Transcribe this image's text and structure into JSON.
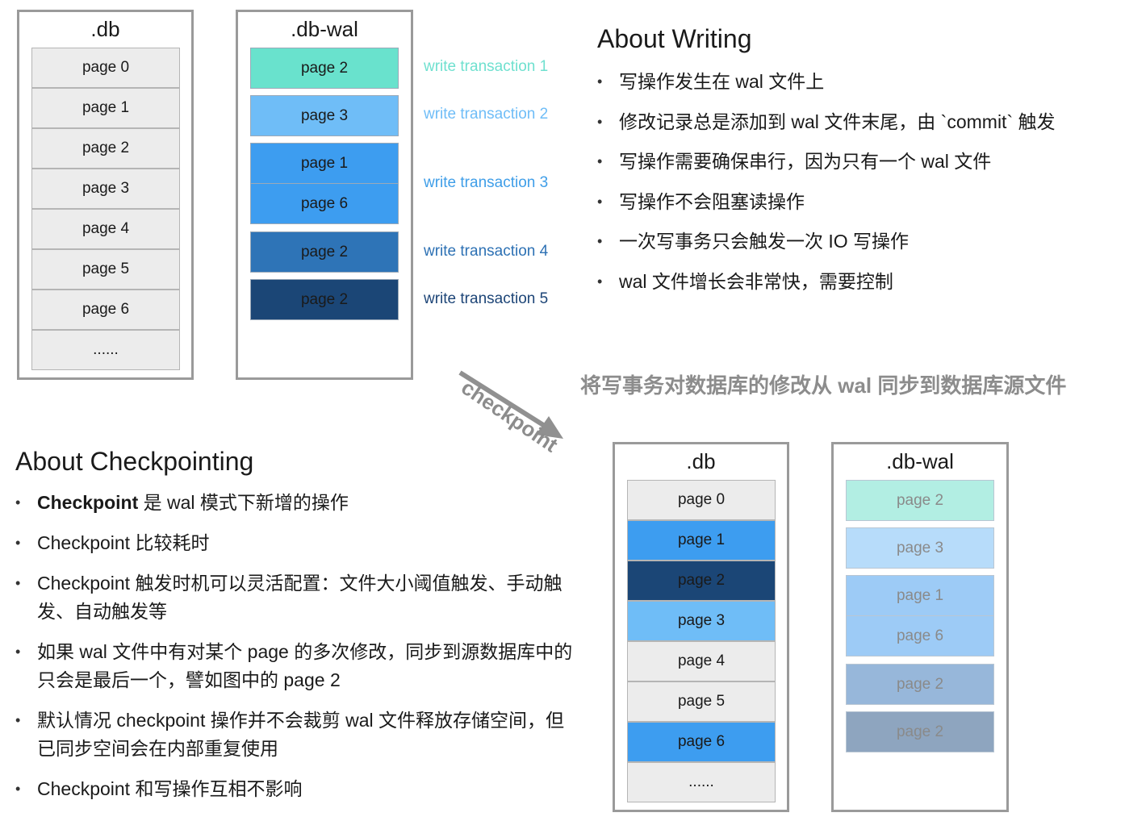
{
  "top_db": {
    "title": ".db",
    "pages": [
      "page 0",
      "page 1",
      "page 2",
      "page 3",
      "page 4",
      "page 5",
      "page 6",
      "......"
    ]
  },
  "top_wal": {
    "title": ".db-wal",
    "pages": [
      {
        "label": "page 2",
        "color": "#69e2cd",
        "transaction": "write transaction 1",
        "tx_color": "#6fe0cf"
      },
      {
        "label": "page 3",
        "color": "#6fbdf7",
        "transaction": "write transaction 2",
        "tx_color": "#6fbdf7"
      },
      {
        "label": "page 1",
        "color": "#3d9df0",
        "transaction": "write transaction 3",
        "tx_color": "#3f9ee8"
      },
      {
        "label": "page 6",
        "color": "#3d9df0"
      },
      {
        "label": "page 2",
        "color": "#2e74b7",
        "transaction": "write transaction 4",
        "tx_color": "#2d71b4"
      },
      {
        "label": "page 2",
        "color": "#1b4676",
        "transaction": "write transaction 5",
        "tx_color": "#1d4577"
      }
    ]
  },
  "writing": {
    "title": "About Writing",
    "items": [
      "写操作发生在 wal 文件上",
      "修改记录总是添加到 wal 文件末尾，由 `commit` 触发",
      "写操作需要确保串行，因为只有一个 wal 文件",
      "写操作不会阻塞读操作",
      "一次写事务只会触发一次 IO 写操作",
      "wal 文件增长会非常快，需要控制"
    ]
  },
  "checkpoint": {
    "label": "checkpoint",
    "description": "将写事务对数据库的修改从 wal 同步到数据库源文件"
  },
  "checkpointing": {
    "title": "About Checkpointing",
    "first_bold": "Checkpoint",
    "first_rest": " 是 wal 模式下新增的操作",
    "items": [
      "Checkpoint 比较耗时",
      "Checkpoint 触发时机可以灵活配置：文件大小阈值触发、手动触发、自动触发等",
      "如果 wal 文件中有对某个 page 的多次修改，同步到源数据库中的只会是最后一个，譬如图中的 page 2",
      "默认情况 checkpoint 操作并不会裁剪 wal 文件释放存储空间，但已同步空间会在内部重复使用",
      "Checkpoint 和写操作互相不影响"
    ]
  },
  "bottom_db": {
    "title": ".db",
    "pages": [
      {
        "label": "page 0",
        "color": "#ececec"
      },
      {
        "label": "page 1",
        "color": "#3d9df0"
      },
      {
        "label": "page 2",
        "color": "#1b4676"
      },
      {
        "label": "page 3",
        "color": "#6fbdf7"
      },
      {
        "label": "page 4",
        "color": "#ececec"
      },
      {
        "label": "page 5",
        "color": "#ececec"
      },
      {
        "label": "page 6",
        "color": "#3d9df0"
      },
      {
        "label": "......",
        "color": "#ececec"
      }
    ]
  },
  "bottom_wal": {
    "title": ".db-wal",
    "pages": [
      {
        "label": "page 2",
        "color": "#b2eee3"
      },
      {
        "label": "page 3",
        "color": "#b7dcfa"
      },
      {
        "label": "page 1",
        "color": "#9dcbf6"
      },
      {
        "label": "page 6",
        "color": "#9dcbf6"
      },
      {
        "label": "page 2",
        "color": "#97b7da"
      },
      {
        "label": "page 2",
        "color": "#8ea5bf"
      }
    ],
    "text_color": "#8a8a8a"
  }
}
